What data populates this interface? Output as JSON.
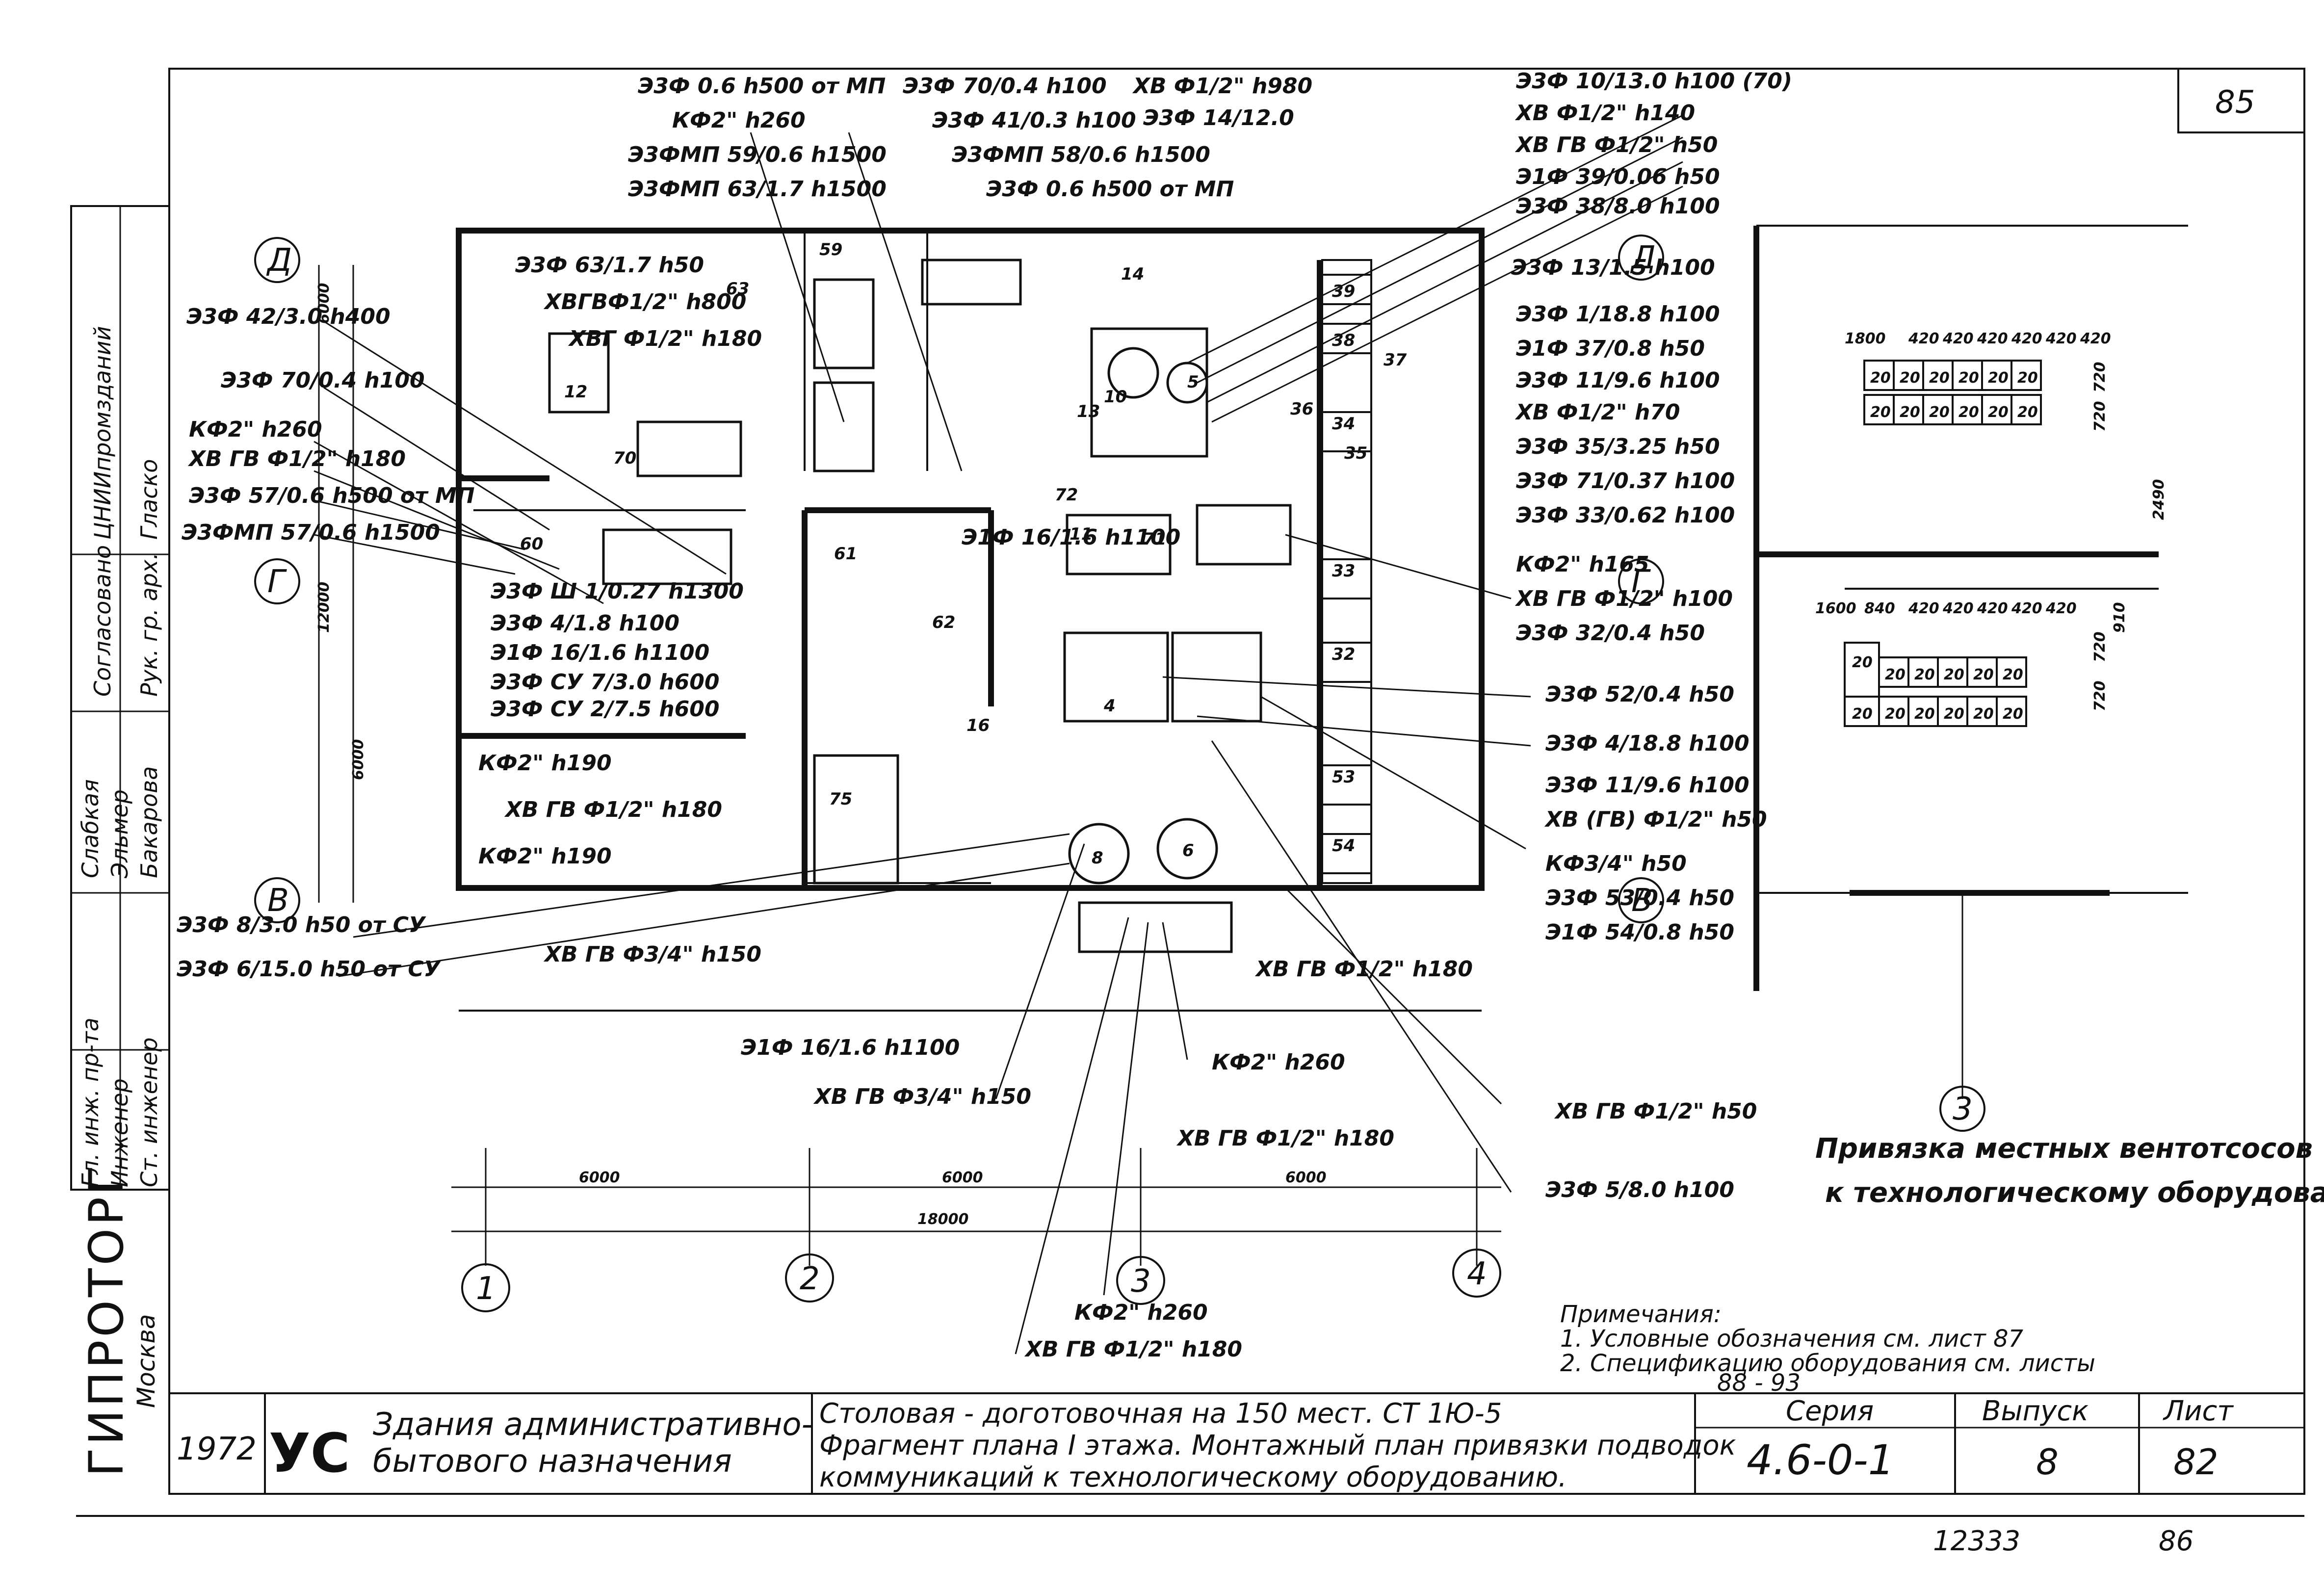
{
  "sheet": {
    "corner_number": "85",
    "bottom_code": "12333",
    "bottom_page": "86"
  },
  "title_block": {
    "year": "1972",
    "mark": "УС",
    "category_line1": "Здания административно-",
    "category_line2": "бытового назначения",
    "title_line1": "Столовая - доготовочная на 150 мест. СТ 1Ю-5",
    "title_line2": "Фрагмент плана I этажа. Монтажный план привязки подводок",
    "title_line3": "коммуникаций к технологическому оборудованию.",
    "series_label": "Серия",
    "series_value": "4.6-0-1",
    "issue_label": "Выпуск",
    "issue_value": "8",
    "sheet_label": "Лист",
    "sheet_value": "82"
  },
  "side_stamp": {
    "org": "ГИПРОТОРГ",
    "city": "Москва",
    "rows": [
      {
        "role": "Согласовано",
        "name": "ЦНИИпромзданий"
      },
      {
        "role": "Рук. гр. арх.",
        "name": "Гласко"
      },
      {
        "role": "Гл. инж. пр-та",
        "name": "Слабкая"
      },
      {
        "role": "Инженер",
        "name": "Эльмер"
      },
      {
        "role": "Ст. инженер",
        "name": "Бакарова"
      }
    ]
  },
  "axes": {
    "columns": [
      "1",
      "2",
      "3",
      "4"
    ],
    "rows": [
      "Д",
      "Г",
      "В"
    ],
    "spans": [
      "6000",
      "6000",
      "6000"
    ],
    "total": "18000",
    "left_dims": [
      "6000",
      "12000",
      "6000"
    ]
  },
  "callouts_left": [
    "Э3Ф 42/3.0 h400",
    "Э3Ф 70/0.4 h100",
    "КФ2\" h260",
    "ХВ ГВ Ф1/2\" h180",
    "Э3Ф 57/0.6 h500 от МП",
    "Э3ФМП 57/0.6 h1500",
    "Э3Ф 63/1.7 h50",
    "ХВГВФ1/2\" h800",
    "ХВГ Ф1/2\" h180",
    "Э3Ф Ш 1/0.27 h1300",
    "Э3Ф 4/1.8 h100",
    "Э1Ф 16/1.6 h1100",
    "Э3Ф СУ 7/3.0 h600",
    "Э3Ф СУ 2/7.5 h600",
    "КФ2\" h190",
    "ХВ ГВ Ф1/2\" h180",
    "КФ2\" h190",
    "Э3Ф 8/3.0 h50 от СУ",
    "Э3Ф 6/15.0 h50 от СУ",
    "ХВ ГВ Ф3/4\" h150"
  ],
  "callouts_top": [
    "Э3Ф 0.6 h500 от МП",
    "КФ2\" h260",
    "Э3ФМП 59/0.6 h1500",
    "Э3ФМП 63/1.7 h1500",
    "Э3Ф 70/0.4 h100",
    "Э3Ф 41/0.3 h100",
    "Э3ФМП 58/0.6 h1500",
    "Э3Ф 0.6 h500 от МП",
    "ХВ Ф1/2\" h980",
    "Э3Ф 14/12.0"
  ],
  "callouts_right": [
    "Э3Ф 10/13.0 h100 (70)",
    "ХВ Ф1/2\" h140",
    "ХВ ГВ Ф1/2\" h50",
    "Э1Ф 39/0.06 h50",
    "Э3Ф 38/8.0 h100",
    "Э3Ф 13/1.5 h100",
    "Э3Ф 1/18.8 h100",
    "Э1Ф 37/0.8 h50",
    "Э3Ф 11/9.6 h100",
    "ХВ Ф1/2\" h70",
    "Э3Ф 35/3.25 h50",
    "Э3Ф 71/0.37 h100",
    "Э3Ф 33/0.62 h100",
    "КФ2\" h165",
    "ХВ ГВ Ф1/2\" h100",
    "Э3Ф 32/0.4 h50",
    "Э3Ф 52/0.4 h50",
    "Э3Ф 4/18.8 h100",
    "Э3Ф 11/9.6 h100",
    "ХВ (ГВ) Ф1/2\" h50",
    "КФ3/4\" h50",
    "Э3Ф 53/0.4 h50",
    "Э1Ф 54/0.8 h50"
  ],
  "callouts_bottom": [
    "Э1Ф 16/1.6 h1100",
    "ХВ ГВ Ф3/4\" h150",
    "ХВ ГВ Ф1/2\" h180",
    "КФ2\" h260",
    "ХВ ГВ Ф1/2\" h180",
    "КФ2\" h260",
    "ХВ ГВ Ф1/2\" h180",
    "ХВ ГВ Ф1/2\" h50",
    "Э3Ф 5/8.0 h100",
    "Э1Ф 16/1.6 h1100"
  ],
  "detail": {
    "axis_label": "3",
    "caption_line1": "Привязка местных вентотсосов",
    "caption_line2": "к технологическому оборудованию",
    "top_dims": [
      "1800",
      "420",
      "420",
      "420",
      "420",
      "420",
      "420"
    ],
    "bottom_dims": [
      "1600",
      "840",
      "420",
      "420",
      "420",
      "420",
      "420"
    ],
    "side_dims": [
      "720",
      "720",
      "2490",
      "720",
      "720",
      "910"
    ],
    "cells": [
      "20",
      "20",
      "20",
      "20",
      "20",
      "20"
    ]
  },
  "notes": {
    "heading": "Примечания:",
    "line1": "1. Условные обозначения см. лист 87",
    "line2": "2. Спецификацию оборудования см. листы",
    "line3": "88 - 93"
  },
  "equipment_numbers": [
    "39",
    "38",
    "37",
    "36",
    "35",
    "34",
    "33",
    "32",
    "53",
    "54",
    "14",
    "12",
    "13",
    "16",
    "10",
    "11",
    "71",
    "72",
    "70",
    "4",
    "5",
    "6",
    "8",
    "75",
    "63",
    "62",
    "61",
    "59",
    "60"
  ]
}
